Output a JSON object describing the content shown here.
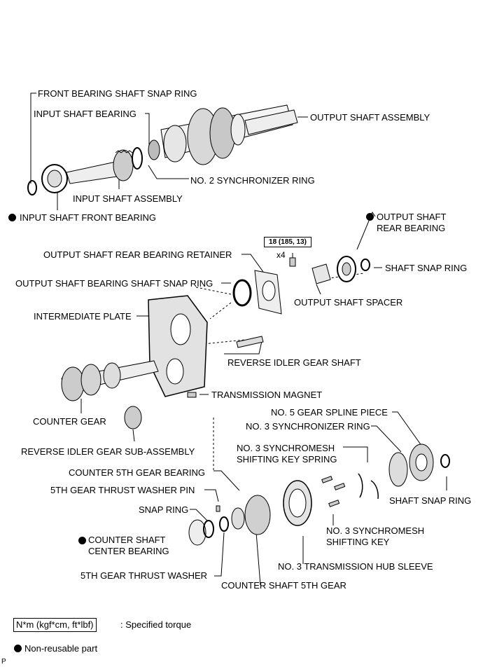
{
  "labels": {
    "front_bearing_snap_ring": "FRONT BEARING SHAFT SNAP RING",
    "input_shaft_bearing": "INPUT SHAFT BEARING",
    "output_shaft_assembly": "OUTPUT SHAFT ASSEMBLY",
    "no2_sync_ring": "NO. 2 SYNCHRONIZER RING",
    "input_shaft_assembly": "INPUT SHAFT ASSEMBLY",
    "input_shaft_front_bearing": "INPUT SHAFT FRONT BEARING",
    "output_shaft_rear_bearing": "OUTPUT SHAFT\nREAR BEARING",
    "output_shaft_rear_bearing_retainer": "OUTPUT SHAFT REAR BEARING RETAINER",
    "torque_value": "18 (185, 13)",
    "bolt_qty": "x4",
    "shaft_snap_ring_upper": "SHAFT SNAP RING",
    "output_shaft_bearing_snap_ring": "OUTPUT SHAFT BEARING SHAFT SNAP RING",
    "output_shaft_spacer": "OUTPUT SHAFT SPACER",
    "intermediate_plate": "INTERMEDIATE PLATE",
    "reverse_idler_gear_shaft": "REVERSE IDLER GEAR SHAFT",
    "transmission_magnet": "TRANSMISSION MAGNET",
    "counter_gear": "COUNTER GEAR",
    "no5_gear_spline_piece": "NO. 5 GEAR SPLINE PIECE",
    "no3_sync_ring": "NO. 3 SYNCHRONIZER RING",
    "reverse_idler_gear_sub": "REVERSE IDLER GEAR SUB-ASSEMBLY",
    "no3_synchromesh_spring": "NO. 3 SYNCHROMESH\nSHIFTING KEY SPRING",
    "counter_5th_gear_bearing": "COUNTER 5TH GEAR BEARING",
    "fifth_gear_thrust_washer_pin": "5TH GEAR THRUST WASHER PIN",
    "shaft_snap_ring_lower": "SHAFT SNAP RING",
    "snap_ring": "SNAP RING",
    "counter_shaft_center_bearing": "COUNTER SHAFT\nCENTER BEARING",
    "no3_synchromesh_key": "NO. 3 SYNCHROMESH\nSHIFTING KEY",
    "no3_hub_sleeve": "NO. 3 TRANSMISSION HUB SLEEVE",
    "fifth_gear_thrust_washer": "5TH GEAR THRUST WASHER",
    "counter_shaft_5th_gear": "COUNTER SHAFT 5TH GEAR"
  },
  "legend": {
    "torque_unit": "N*m (kgf*cm, ft*lbf)",
    "torque_desc": ": Specified torque",
    "nonreusable": "Non-reusable part"
  },
  "corner_mark": "P"
}
